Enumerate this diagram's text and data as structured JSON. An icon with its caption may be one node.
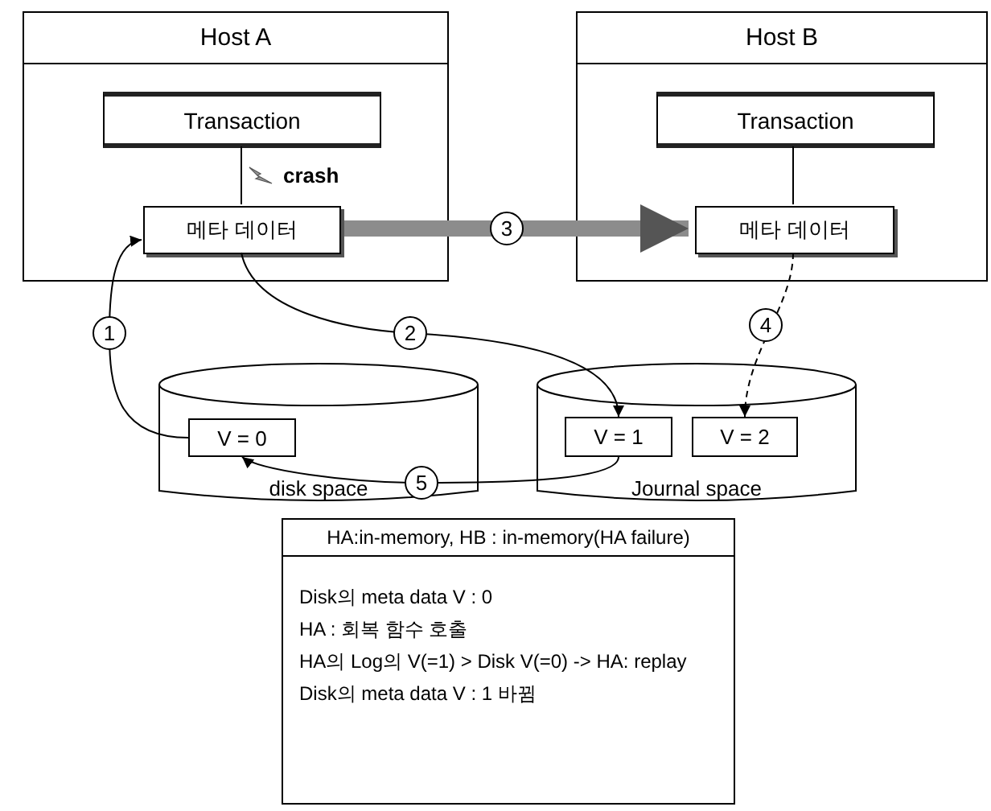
{
  "diagram": {
    "nodes": [
      {
        "text": [
          "Host A"
        ]
      },
      {
        "text": [
          "Transaction"
        ],
        "in": 0
      },
      {
        "text": [
          "메타 데이터"
        ],
        "in": 0
      },
      {
        "text": [
          "Host B"
        ]
      },
      {
        "text": [
          "Transaction"
        ],
        "in": 3
      },
      {
        "text": [
          "메타 데이터"
        ],
        "in": 3
      },
      {
        "text": [
          "disk space"
        ]
      },
      {
        "text": [
          "V = 0"
        ],
        "in": 6
      },
      {
        "text": [
          "Journal space"
        ]
      },
      {
        "text": [
          "V = 1"
        ],
        "in": 8
      },
      {
        "text": [
          "V = 2"
        ],
        "in": 8
      },
      {
        "text": [
          "HA:in-memory, HB : in-memory(HA failure)",
          "Disk의 meta data V : 0",
          "HA : 회복 함수 호출",
          "HA의 Log의 V(=1) > Disk V(=0) -> HA: replay",
          "Disk의 meta data V : 1 바뀜"
        ]
      }
    ],
    "edges": [
      {
        "from": 7,
        "to": 2,
        "arrow": "to",
        "label": "1"
      },
      {
        "from": 2,
        "to": 9,
        "arrow": "to",
        "label": "2"
      },
      {
        "from": 2,
        "to": 5,
        "arrow": "to",
        "label": "3",
        "style": "thick",
        "color": "#8c8c8c"
      },
      {
        "from": 5,
        "to": 10,
        "arrow": "to",
        "label": "4",
        "style": "dashed"
      },
      {
        "from": 9,
        "to": 7,
        "arrow": "to",
        "label": "5"
      },
      {
        "from": 1,
        "to": 2,
        "arrow": "none",
        "label": "crash"
      },
      {
        "from": 4,
        "to": 5,
        "arrow": "none"
      }
    ]
  }
}
